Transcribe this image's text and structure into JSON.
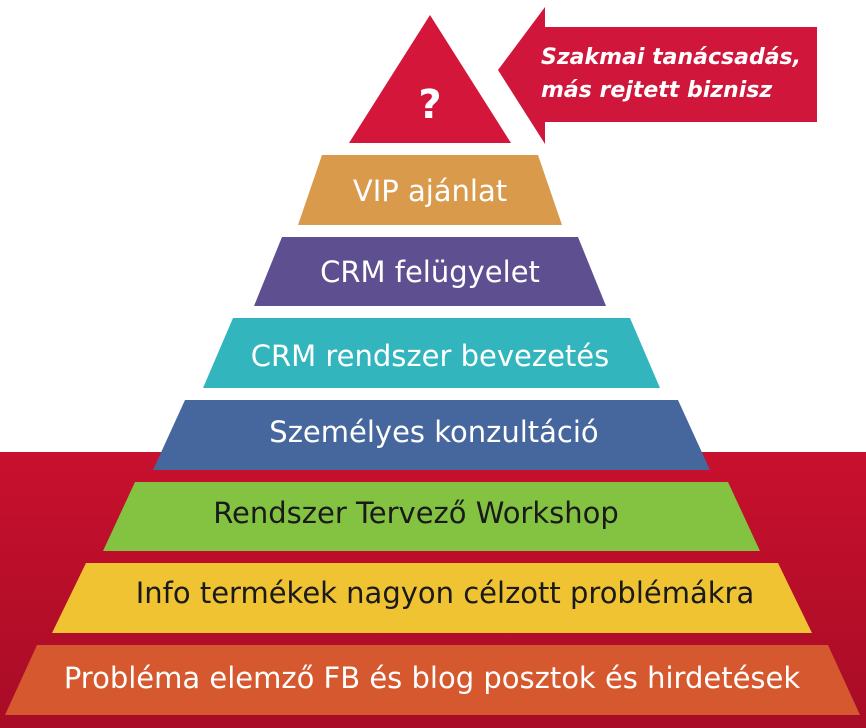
{
  "pyramid": {
    "apex_symbol": "?",
    "tiers": [
      {
        "label": "VIP ajánlat",
        "color": "#D99A4C"
      },
      {
        "label": "CRM felügyelet",
        "color": "#5E4F91"
      },
      {
        "label": "CRM rendszer bevezetés",
        "color": "#33B5BE"
      },
      {
        "label": "Személyes konzultáció",
        "color": "#46679D"
      },
      {
        "label": "Rendszer Tervező Workshop",
        "color": "#83C341"
      },
      {
        "label": "Info termékek nagyon célzott problémákra",
        "color": "#F0C332"
      },
      {
        "label": "Probléma elemző FB és blog posztok és hirdetések",
        "color": "#D6582E"
      }
    ],
    "apex_color": "#D4163A"
  },
  "callout": {
    "line1": "Szakmai tanácsadás,",
    "line2": "más rejtett biznisz",
    "color": "#D0163A"
  },
  "background": {
    "band_color": "#C8102E"
  }
}
